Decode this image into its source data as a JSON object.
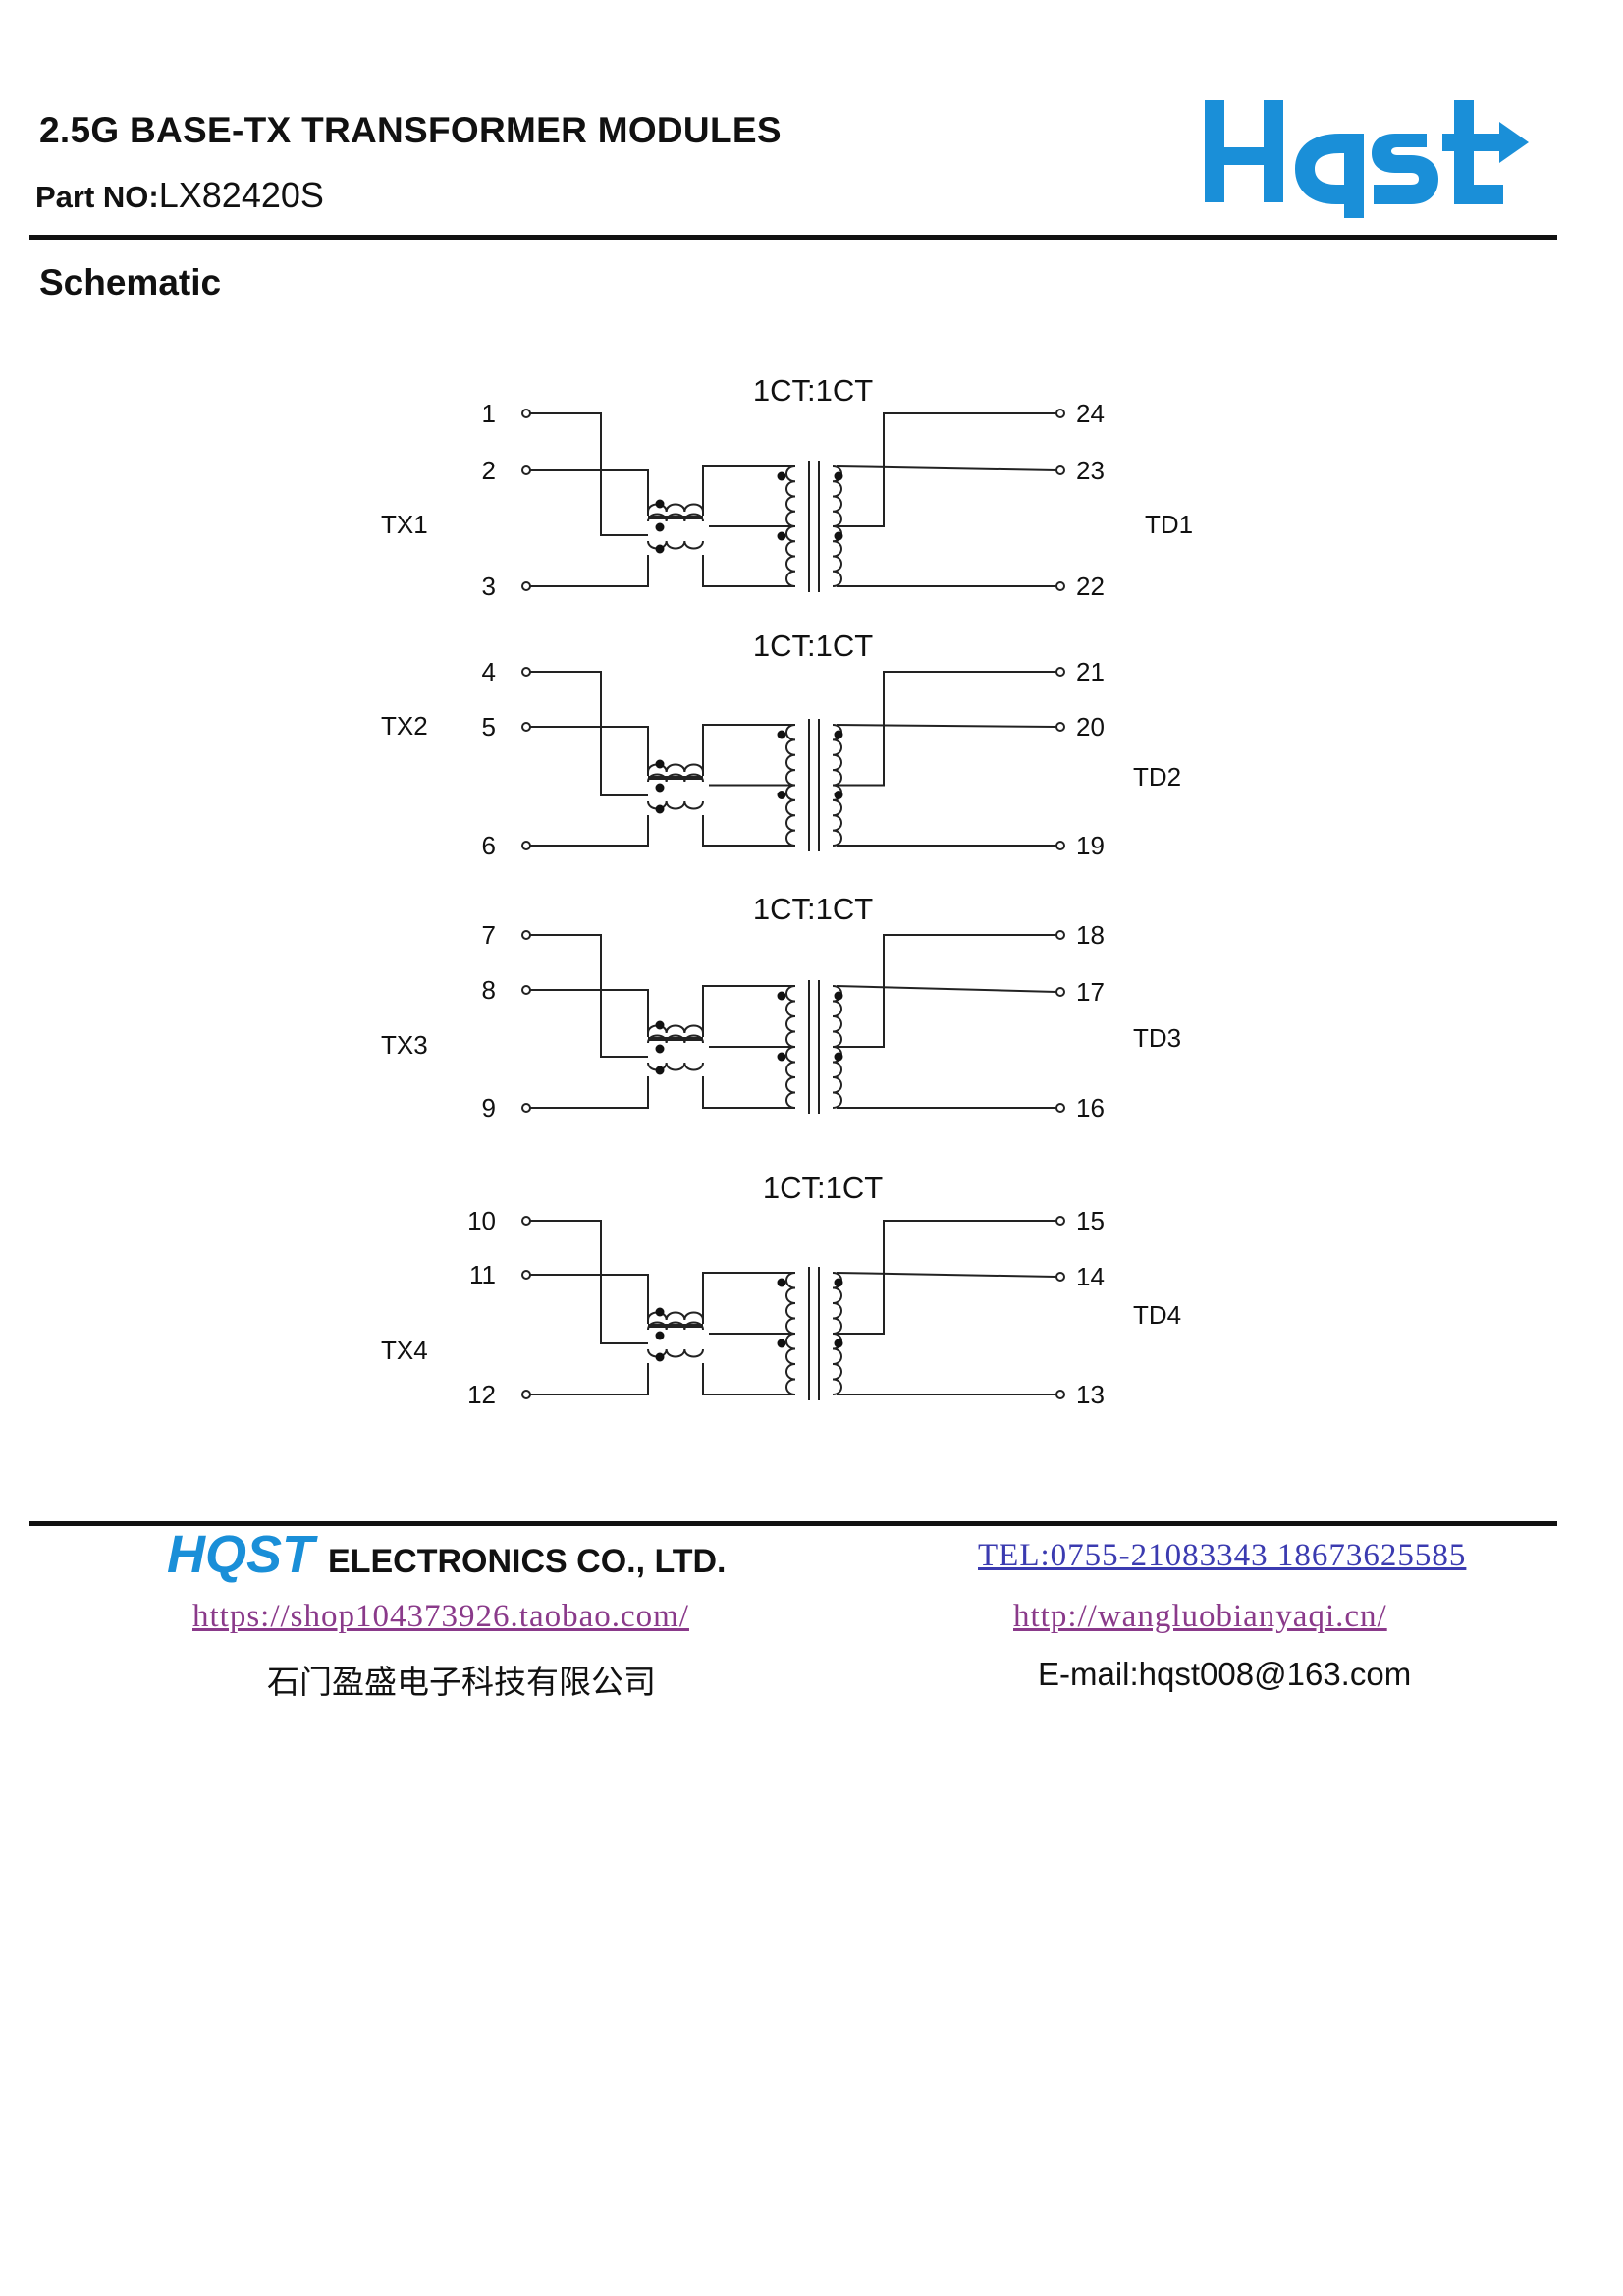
{
  "header": {
    "title": "2.5G BASE-TX TRANSFORMER MODULES",
    "part_label": "Part NO:",
    "part_number": "LX82420S",
    "logo_text": "Hqst",
    "logo_color": "#1a8fd8"
  },
  "section_title": "Schematic",
  "schematic": {
    "channels": [
      {
        "ratio": "1CT:1CT",
        "tx": "TX1",
        "td": "TD1",
        "left_pins": [
          "1",
          "2",
          "3"
        ],
        "right_pins": [
          "24",
          "23",
          "22"
        ]
      },
      {
        "ratio": "1CT:1CT",
        "tx": "TX2",
        "td": "TD2",
        "left_pins": [
          "4",
          "5",
          "6"
        ],
        "right_pins": [
          "21",
          "20",
          "19"
        ]
      },
      {
        "ratio": "1CT:1CT",
        "tx": "TX3",
        "td": "TD3",
        "left_pins": [
          "7",
          "8",
          "9"
        ],
        "right_pins": [
          "18",
          "17",
          "16"
        ]
      },
      {
        "ratio": "1CT:1CT",
        "tx": "TX4",
        "td": "TD4",
        "left_pins": [
          "10",
          "11",
          "12"
        ],
        "right_pins": [
          "15",
          "14",
          "13"
        ]
      }
    ]
  },
  "footer": {
    "brand": "HQST",
    "company_rest": "ELECTRONICS CO., LTD.",
    "tel": "TEL:0755-21083343 18673625585",
    "shop_url": "https://shop104373926.taobao.com/",
    "site_url": "http://wangluobianyaqi.cn/",
    "chinese_name": "石门盈盛电子科技有限公司",
    "email": "E-mail:hqst008@163.com",
    "brand_color": "#1a8fd8"
  }
}
